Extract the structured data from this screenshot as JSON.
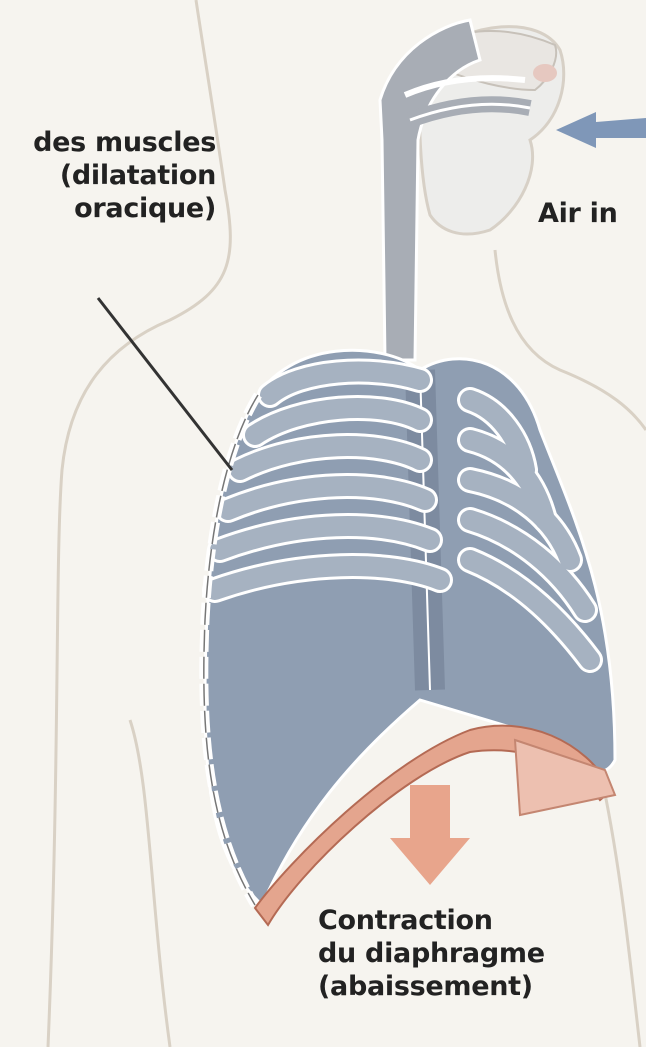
{
  "labels": {
    "muscles": {
      "line1": "des muscles",
      "line2": "(dilatation",
      "line3": "oracique)"
    },
    "air": "Air in",
    "diaphragm": {
      "line1": "Contraction",
      "line2": "du diaphragme",
      "line3": "(abaissement)"
    }
  },
  "colors": {
    "background": "#f6f4ef",
    "body_outline": "#d8d0c4",
    "lung": "#8e9db0",
    "rib": "#a8b3c2",
    "airway": "#a7acb4",
    "diaphragm": "#e7a68f",
    "arrow": "#e8a58c",
    "air_arrow": "#7f97b8"
  },
  "icons": {
    "air_arrow": "left-arrow-icon",
    "diaphragm_arrow": "down-arrow-icon"
  }
}
